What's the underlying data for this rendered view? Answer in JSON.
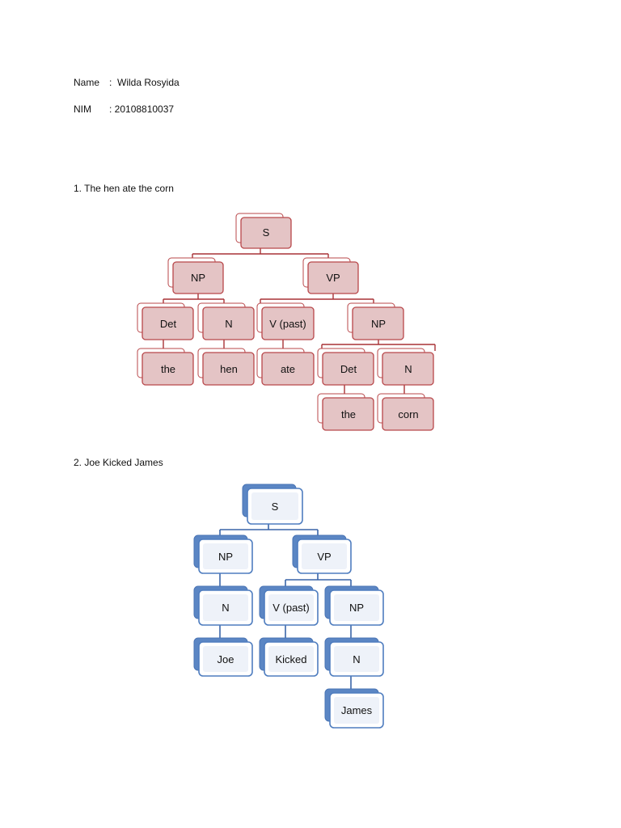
{
  "header": {
    "name_label": "Name",
    "name_value": ":  Wilda Rosyida",
    "nim_label": "NIM",
    "nim_value": ": 20108810037"
  },
  "tree1": {
    "title": "1. The hen ate the corn",
    "nodes": {
      "s": "S",
      "np": "NP",
      "vp": "VP",
      "det": "Det",
      "n": "N",
      "v": "V (past)",
      "np2": "NP",
      "the": "the",
      "hen": "hen",
      "ate": "ate",
      "det2": "Det",
      "n2": "N",
      "the2": "the",
      "corn": "corn"
    }
  },
  "tree2": {
    "title": "2. Joe Kicked James",
    "nodes": {
      "s": "S",
      "np": "NP",
      "vp": "VP",
      "n": "N",
      "v": "V (past)",
      "np2": "NP",
      "joe": "Joe",
      "kicked": "Kicked",
      "n2": "N",
      "james": "James"
    }
  }
}
